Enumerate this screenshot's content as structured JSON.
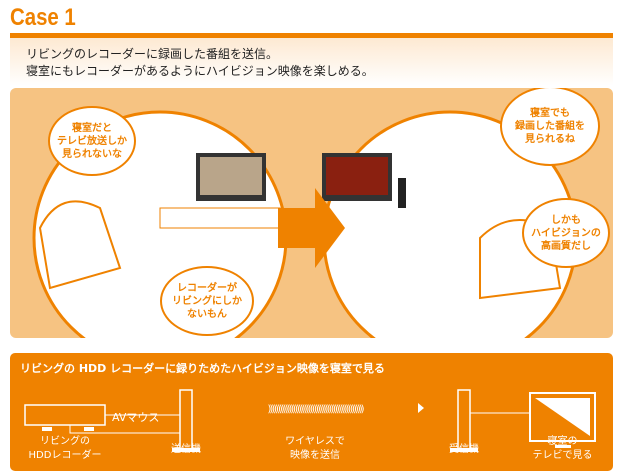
{
  "header": {
    "title": "Case 1"
  },
  "intro": {
    "line1": "リビングのレコーダーに録画した番組を送信。",
    "line2": "寝室にもレコーダーがあるようにハイビジョン映像を楽しめる。"
  },
  "scene": {
    "bubbles": [
      "寝室だと\nテレビ放送しか\n見られないな",
      "レコーダーが\nリビングにしか\nないもん",
      "寝室でも\n録画した番組を\n見られるね",
      "しかも\nハイビジョンの\n高画質だし"
    ]
  },
  "panel": {
    "title": "リビングの HDD レコーダーに録りためたハイビジョン映像を寝室で見る",
    "cable_label": "AVマウス",
    "labels": [
      "リビングの\nHDDレコーダー",
      "送信機",
      "ワイヤレスで\n映像を送信",
      "受信機",
      "寝室の\nテレビで見る"
    ],
    "wave": "))))))))))))))))))))))))))))))))))))))))))))))))))"
  },
  "colors": {
    "accent": "#ef8200",
    "scene_bg": "#f6c382"
  }
}
